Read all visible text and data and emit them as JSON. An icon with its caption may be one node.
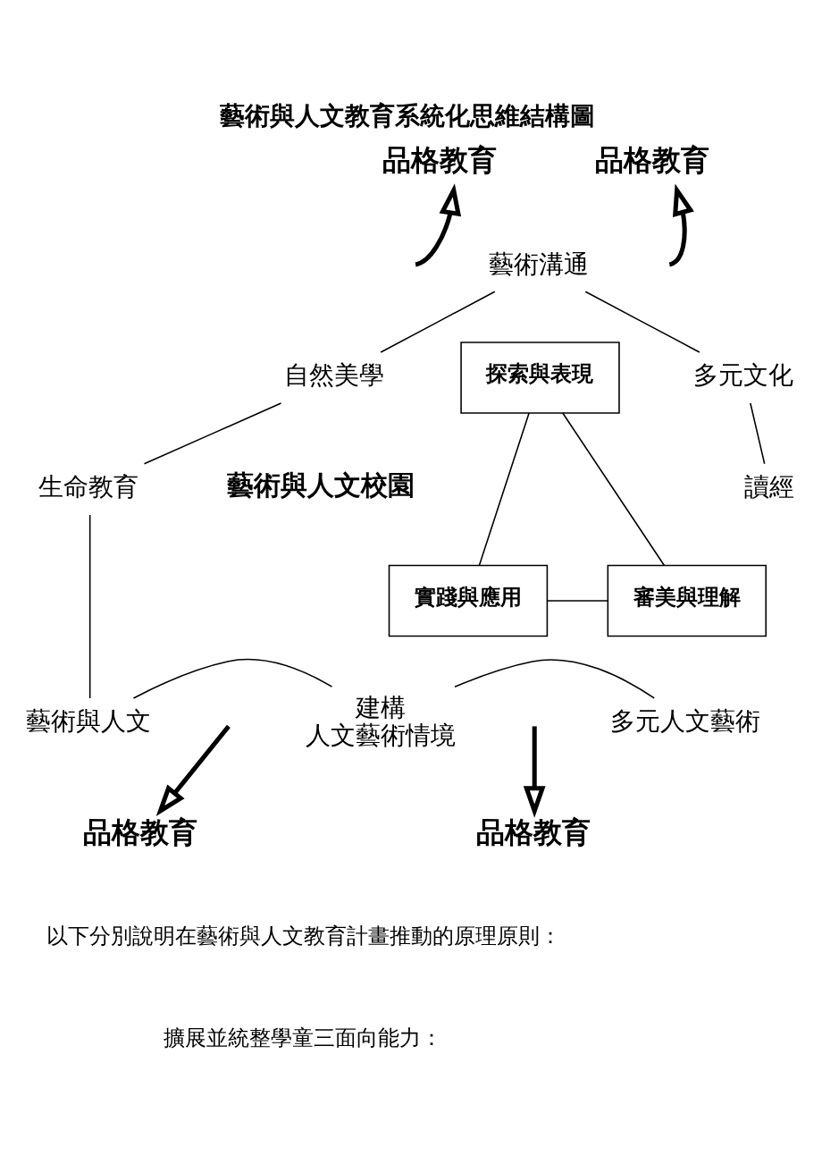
{
  "diagram": {
    "title": "藝術與人文教育系統化思維結構圖",
    "nodes": [
      {
        "text": [
          "品格教育"
        ]
      },
      {
        "text": [
          "品格教育"
        ]
      },
      {
        "text": [
          "藝術溝通"
        ]
      },
      {
        "text": [
          "自然美學"
        ]
      },
      {
        "text": [
          "探索與表現"
        ]
      },
      {
        "text": [
          "多元文化"
        ]
      },
      {
        "text": [
          "生命教育"
        ]
      },
      {
        "text": [
          "讀經"
        ]
      },
      {
        "text": [
          "實踐與應用"
        ]
      },
      {
        "text": [
          "審美與理解"
        ]
      },
      {
        "text": [
          "藝術與人文"
        ]
      },
      {
        "text": [
          "多元人文藝術"
        ]
      },
      {
        "text": [
          "建構",
          "人文藝術情境"
        ]
      },
      {
        "text": [
          "品格教育"
        ]
      },
      {
        "text": [
          "品格教育"
        ]
      }
    ],
    "edges": [
      {
        "from": 4,
        "to": 8,
        "arrow": "none"
      },
      {
        "from": 4,
        "to": 9,
        "arrow": "none"
      },
      {
        "from": 8,
        "to": 9,
        "arrow": "none"
      },
      {
        "from": 2,
        "to": 3,
        "arrow": "none"
      },
      {
        "from": 2,
        "to": 5,
        "arrow": "none"
      },
      {
        "from": 5,
        "to": 7,
        "arrow": "none"
      },
      {
        "from": 3,
        "to": 6,
        "arrow": "none"
      },
      {
        "from": 6,
        "to": 10,
        "arrow": "none"
      },
      {
        "from": 10,
        "to": 12,
        "arrow": "none"
      },
      {
        "from": 12,
        "to": 11,
        "arrow": "none"
      },
      {
        "from": null,
        "to": 0,
        "arrow": "to",
        "style": "thick"
      },
      {
        "from": null,
        "to": 1,
        "arrow": "to",
        "style": "thick"
      },
      {
        "from": null,
        "to": 13,
        "arrow": "to",
        "style": "thick"
      },
      {
        "from": null,
        "to": 14,
        "arrow": "to",
        "style": "thick"
      }
    ],
    "labels": [
      "藝術與人文校園",
      "以下分別說明在藝術與人文教育計畫推動的原理原則：",
      "擴展並統整學童三面向能力："
    ]
  }
}
